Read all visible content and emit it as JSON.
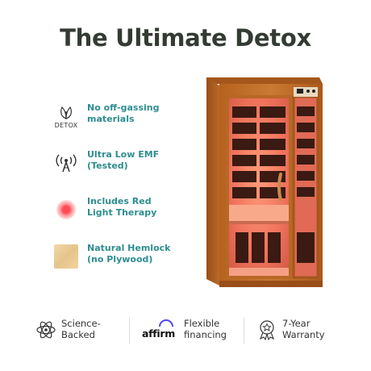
{
  "title": "The Ultimate Detox",
  "features": [
    {
      "icon": "detox-leaves-icon",
      "caption": "DETOX",
      "text": "No off-gassing\nmaterials"
    },
    {
      "icon": "emf-antenna-icon",
      "text": "Ultra Low EMF\n(Tested)"
    },
    {
      "icon": "red-light-icon",
      "text": "Includes Red\nLight Therapy"
    },
    {
      "icon": "hemlock-wood-icon",
      "text": "Natural Hemlock\n(no Plywood)"
    }
  ],
  "product_image": "infrared-sauna-image",
  "bottom_bar": [
    {
      "icon": "atom-icon",
      "text": "Science-\nBacked"
    },
    {
      "icon": "affirm-logo",
      "logo_text": "affirm",
      "text": "Flexible\nfinancing"
    },
    {
      "icon": "award-badge-icon",
      "text": "7-Year\nWarranty"
    }
  ],
  "colors": {
    "title": "#333b33",
    "feature_text": "#2f8d8f",
    "red_light": "#ff4a55",
    "wood": "#c4712e",
    "interior_glow": "#f07a66",
    "affirm_blue": "#4a4af4"
  }
}
